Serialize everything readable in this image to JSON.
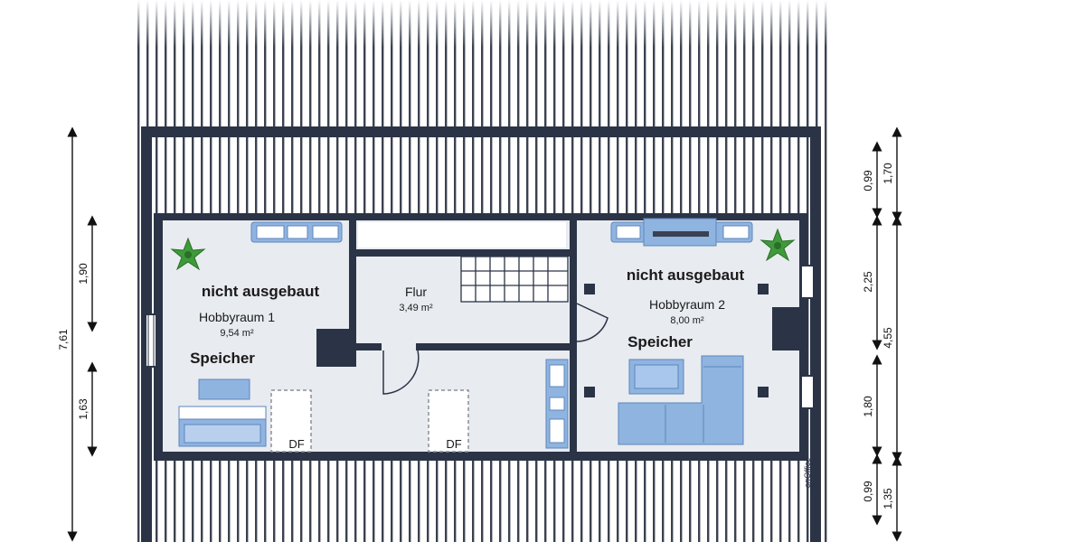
{
  "rooms": {
    "left": {
      "status": "nicht ausgebaut",
      "name": "Hobbyraum 1",
      "area": "9,54 m²",
      "storage": "Speicher"
    },
    "hall": {
      "name": "Flur",
      "area": "3,49 m²"
    },
    "right": {
      "status": "nicht ausgebaut",
      "name": "Hobbyraum 2",
      "area": "8,00 m²",
      "storage": "Speicher"
    }
  },
  "skylights": {
    "a": "DF",
    "b": "DF"
  },
  "dimensions": {
    "left_total": "7,61",
    "left_upper": "1,90",
    "left_lower": "1,63",
    "right_top_inner": "0,99",
    "right_top_outer": "1,70",
    "right_mid_inner": "2,25",
    "right_mid_outer": "4,55",
    "right_low_inner": "1,80",
    "right_bottom_inner": "0,99",
    "right_bottom_outer": "1,35"
  },
  "watermark": "onOffice",
  "colors": {
    "wall": "#2b3446",
    "floor": "#e8ebf0",
    "furniture": "#8fb4e0",
    "furniture_dark": "#5d86bd",
    "plant": "#3e9a3a"
  }
}
